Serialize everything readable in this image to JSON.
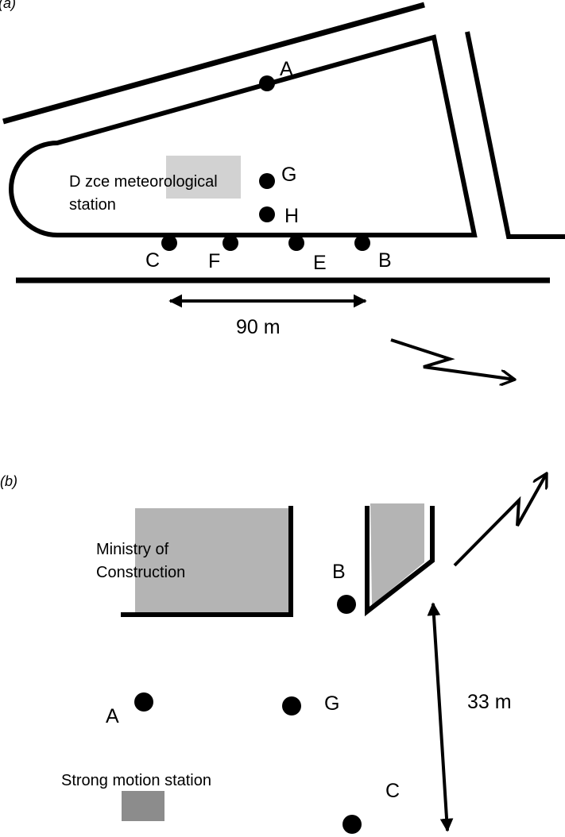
{
  "panel_a": {
    "label": "(a)",
    "station_label_line1": "D  zce meteorological",
    "station_label_line2": "station",
    "points": {
      "A": "A",
      "B": "B",
      "C": "C",
      "E": "E",
      "F": "F",
      "G": "G",
      "H": "H"
    },
    "scale_text": "90 m",
    "colors": {
      "station_fill": "#d2d2d2",
      "line": "#000000"
    }
  },
  "panel_b": {
    "label": "(b)",
    "building_label_line1": "Ministry of",
    "building_label_line2": "Construction",
    "points": {
      "A": "A",
      "B": "B",
      "C": "C",
      "G": "G"
    },
    "scale_text": "33 m",
    "legend_text": "Strong motion station",
    "colors": {
      "building_fill": "#b4b4b4",
      "legend_fill": "#8c8c8c",
      "line": "#000000"
    }
  },
  "icons": {
    "north_arrow": "north-arrow-icon"
  }
}
